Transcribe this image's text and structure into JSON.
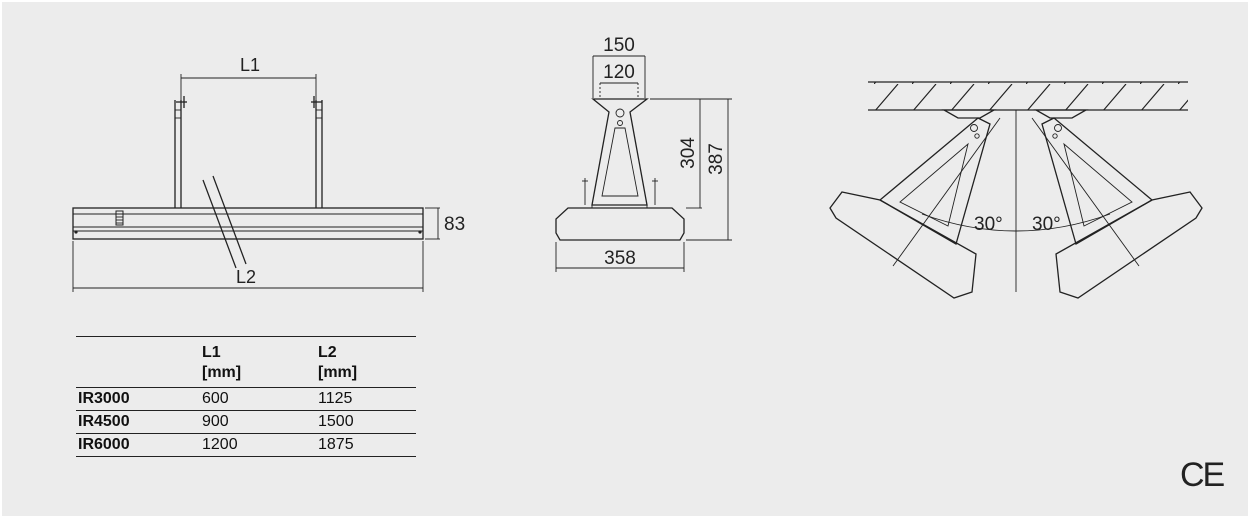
{
  "front_view": {
    "label_l1": "L1",
    "label_l2": "L2",
    "height": "83"
  },
  "side_view": {
    "width_top_outer": "150",
    "width_top_inner": "120",
    "height_bracket": "304",
    "height_total": "387",
    "width_body": "358"
  },
  "tilt_view": {
    "angle_left": "30°",
    "angle_right": "30°"
  },
  "table": {
    "headers": [
      {
        "name": "L1",
        "unit": "[mm]"
      },
      {
        "name": "L2",
        "unit": "[mm]"
      }
    ],
    "rows": [
      {
        "model": "IR3000",
        "l1": "600",
        "l2": "1125"
      },
      {
        "model": "IR4500",
        "l1": "900",
        "l2": "1500"
      },
      {
        "model": "IR6000",
        "l1": "1200",
        "l2": "1875"
      }
    ]
  },
  "ce_mark": "CE"
}
